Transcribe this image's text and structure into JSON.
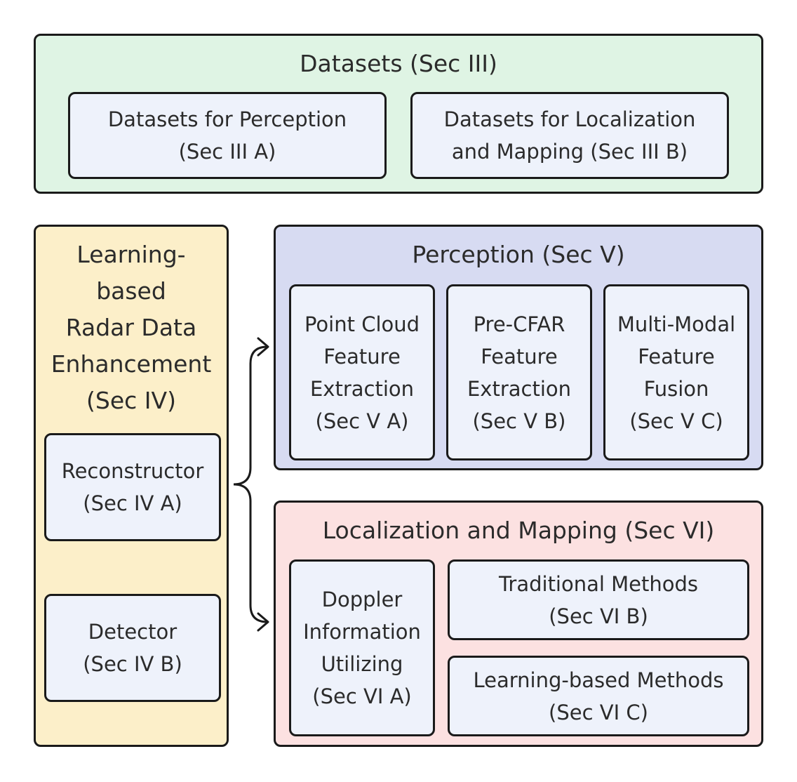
{
  "datasets": {
    "title": "Datasets (Sec III)",
    "perception": "Datasets for Perception\n(Sec III A)",
    "localization": "Datasets for Localization\nand Mapping (Sec III B)"
  },
  "enhancement": {
    "title": "Learning-\nbased\nRadar Data\nEnhancement\n(Sec IV)",
    "reconstructor": "Reconstructor\n(Sec IV A)",
    "detector": "Detector\n(Sec IV B)"
  },
  "perception": {
    "title": "Perception (Sec V)",
    "point_cloud": "Point Cloud\nFeature\nExtraction\n(Sec V A)",
    "pre_cfar": "Pre-CFAR\nFeature\nExtraction\n(Sec V B)",
    "multi_modal": "Multi-Modal\nFeature\nFusion\n(Sec V C)"
  },
  "localization": {
    "title": "Localization and Mapping (Sec VI)",
    "doppler": "Doppler\nInformation\nUtilizing\n(Sec VI A)",
    "traditional": "Traditional Methods\n(Sec VI B)",
    "learning": "Learning-based Methods\n(Sec VI C)"
  },
  "colors": {
    "datasets_bg": "#dff4e4",
    "enhancement_bg": "#fcefc9",
    "perception_bg": "#d7dbf2",
    "localization_bg": "#fce1e1",
    "inner_bg": "#eef2fb"
  }
}
